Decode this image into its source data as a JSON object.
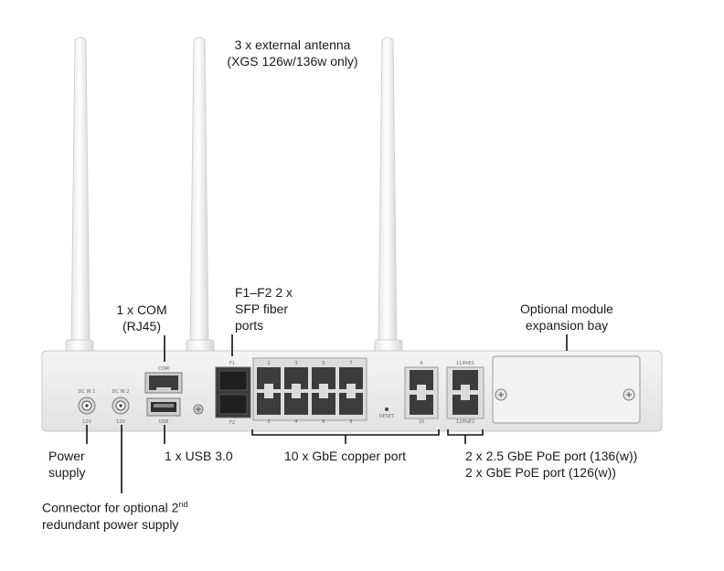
{
  "labels": {
    "antenna_line1": "3 x external antenna",
    "antenna_line2": "(XGS 126w/136w only)",
    "com_line1": "1 x COM",
    "com_line2": "(RJ45)",
    "sfp_line1": "F1–F2 2 x",
    "sfp_line2": "SFP fiber",
    "sfp_line3": "ports",
    "module_line1": "Optional module",
    "module_line2": "expansion bay",
    "power_line1": "Power",
    "power_line2": "supply",
    "usb": "1 x USB 3.0",
    "copper": "10 x GbE copper port",
    "poe_line1": "2 x 2.5 GbE PoE port (136(w))",
    "poe_line2": "2 x GbE PoE port (126(w))",
    "redundant_line1": "Connector for optional 2",
    "redundant_sup": "nd",
    "redundant_line2": "redundant power supply"
  },
  "panel_print": {
    "dc1": "DC IN 1",
    "dc1_v": "12V",
    "dc2": "DC IN 2",
    "dc2_v": "12V",
    "com": "COM",
    "usb": "USB",
    "f1": "F1",
    "f2": "F2",
    "port1": "1",
    "port2": "2",
    "port3": "3",
    "port4": "4",
    "port5": "5",
    "port6": "6",
    "port7": "7",
    "port8": "8",
    "port9": "9",
    "port10": "10",
    "reset": "RESET",
    "poe1": "11/PoE1",
    "poe2": "12/PoE2"
  }
}
